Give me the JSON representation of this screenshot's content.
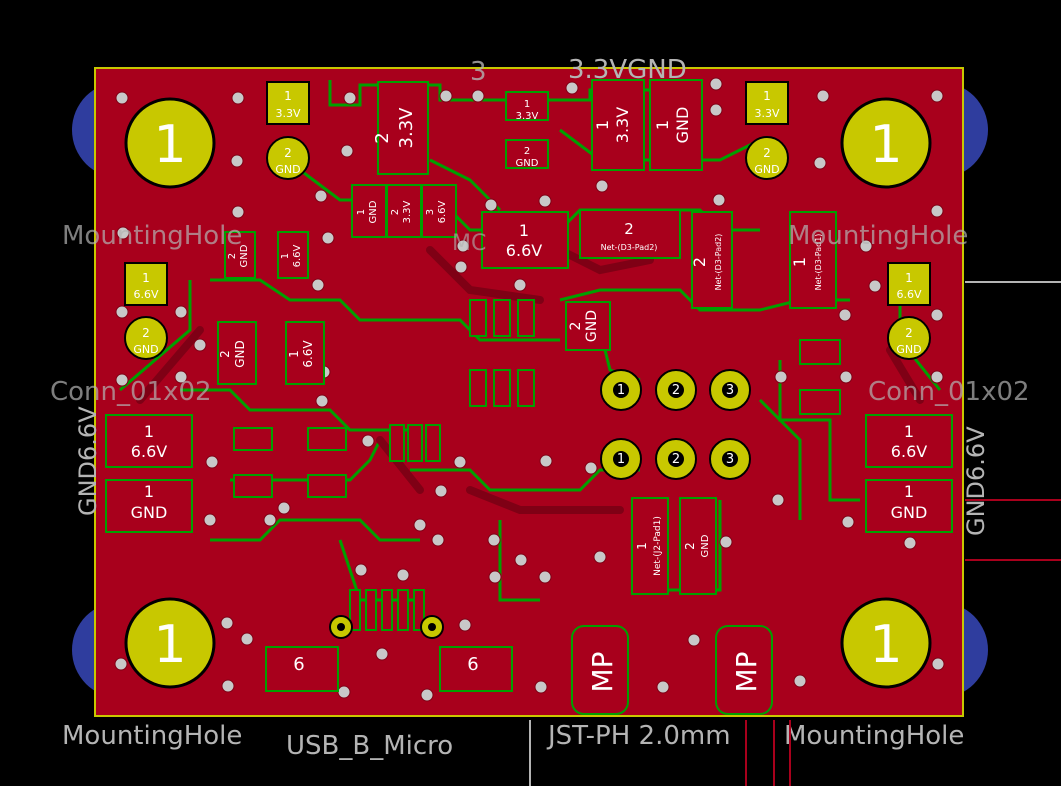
{
  "colors": {
    "background": "#000000",
    "copper": "#a8001c",
    "copper_dark": "#7f0015",
    "board_edge": "#c8c800",
    "pad_gold": "#c8c800",
    "trace_green": "#00a000",
    "mask_label": "#ffffff",
    "silk_gray": "#b4b4b4",
    "mount_ring": "#2f3d9e"
  },
  "mount_label": "1",
  "silk": {
    "mh_left_top": "MountingHole",
    "mh_right_top": "MountingHole",
    "mh_left_bottom": "MountingHole",
    "mh_right_bottom": "MountingHole",
    "top_3": "3",
    "top_33v_gnd": "3.3VGND",
    "conn_left": "Conn_01x02",
    "conn_right": "Conn_01x02",
    "gnd66_left": "GND6.6V",
    "gnd66_right": "GND6.6V",
    "usb": "USB_B_Micro",
    "jst": "JST-PH 2.0mm",
    "mc": "MC"
  },
  "pads": {
    "p_33v_1": {
      "num": "1",
      "net": "3.3V"
    },
    "p_gnd_2": {
      "num": "2",
      "net": "GND"
    },
    "p_33v_1r": {
      "num": "1",
      "net": "3.3V"
    },
    "p_gnd_2r": {
      "num": "2",
      "net": "GND"
    },
    "p_66v_1l": {
      "num": "1",
      "net": "6.6V"
    },
    "p_gnd_2l": {
      "num": "2",
      "net": "GND"
    },
    "p_66v_1rr": {
      "num": "1",
      "net": "6.6V"
    },
    "p_gnd_2rr": {
      "num": "2",
      "net": "GND"
    },
    "big_33v": {
      "num": "2",
      "net": "3.3V"
    },
    "sm_33v": {
      "num": "1",
      "net": "3.3V"
    },
    "sm_gnd": {
      "num": "2",
      "net": "GND"
    },
    "top_33v_b": {
      "num": "1",
      "net": "3.3V"
    },
    "top_gnd_b": {
      "num": "1",
      "net": "GND"
    },
    "reg_gnd": {
      "num": "1",
      "net": "GND"
    },
    "reg_33v": {
      "num": "2",
      "net": "3.3V"
    },
    "reg_66v": {
      "num": "3",
      "net": "6.6V"
    },
    "mid_66v": {
      "num": "1",
      "net": "6.6V"
    },
    "net_d3_pad2": {
      "num": "2",
      "net": "Net-(D3-Pad2)"
    },
    "net_d3_pad2_v": {
      "num": "2",
      "net": "Net-(D3-Pad2)"
    },
    "net_d3_pad1": {
      "num": "1",
      "net": "Net-(D3-Pad1)"
    },
    "c_gnd_l": {
      "num": "2",
      "net": "GND"
    },
    "c_66v_l": {
      "num": "1",
      "net": "6.6V"
    },
    "c_gnd_mid": {
      "num": "2",
      "net": "GND"
    },
    "l_66v": {
      "num": "1",
      "net": "6.6V"
    },
    "l_gnd": {
      "num": "1",
      "net": "GND"
    },
    "r_66v": {
      "num": "1",
      "net": "6.6V"
    },
    "r_gnd": {
      "num": "1",
      "net": "GND"
    },
    "j2_pad1": {
      "num": "1",
      "net": "Net-(J2-Pad1)"
    },
    "j2_gnd": {
      "num": "2",
      "net": "GND"
    },
    "usb_6l": {
      "num": "6"
    },
    "usb_6r": {
      "num": "6"
    },
    "mp_l": {
      "num": "MP"
    },
    "mp_r": {
      "num": "MP"
    },
    "hdr": [
      "1",
      "2",
      "3",
      "1",
      "2",
      "3"
    ]
  }
}
